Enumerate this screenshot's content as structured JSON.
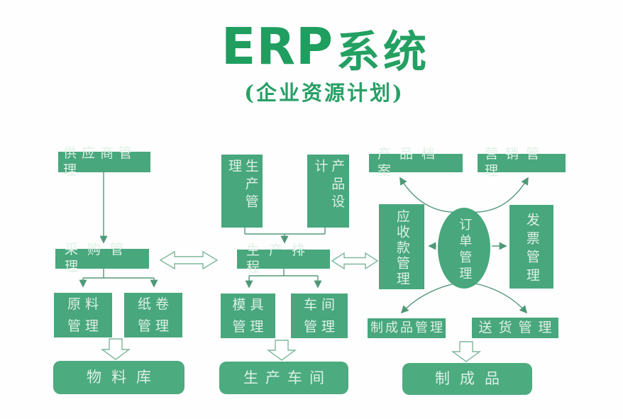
{
  "header": {
    "title_en": "ERP",
    "title_zh": "系统",
    "subtitle": "(企业资源计划)"
  },
  "colors": {
    "title_green": "#1f9e5f",
    "box_green": "#48a77d",
    "rounded_box_green": "#4dab80",
    "box_text": "#def0e5",
    "connector_green": "#55987a",
    "hollow_arrow_stroke": "#7fb79b"
  },
  "nodes": {
    "supplier": {
      "label": "供应商管理"
    },
    "purchase": {
      "label": "采购管理"
    },
    "raw_material": {
      "label": "原料\n管理"
    },
    "paper_roll": {
      "label": "纸卷\n管理"
    },
    "material_store": {
      "label": "物料库"
    },
    "production_mgmt": {
      "label": "生产管理"
    },
    "product_design": {
      "label": "产品设计"
    },
    "scheduling": {
      "label": "生产排程"
    },
    "mold": {
      "label": "模具\n管理"
    },
    "workshop": {
      "label": "车间\n管理"
    },
    "production_workshop": {
      "label": "生产车间"
    },
    "product_archive": {
      "label": "产品档案"
    },
    "marketing": {
      "label": "营销管理"
    },
    "receivable": {
      "label": "应收款管理"
    },
    "order": {
      "label": "订单管理"
    },
    "invoice": {
      "label": "发票管理"
    },
    "finished_mgmt": {
      "label": "制成品管理"
    },
    "delivery": {
      "label": "送货管理"
    },
    "finished_product": {
      "label": "制成品"
    }
  }
}
